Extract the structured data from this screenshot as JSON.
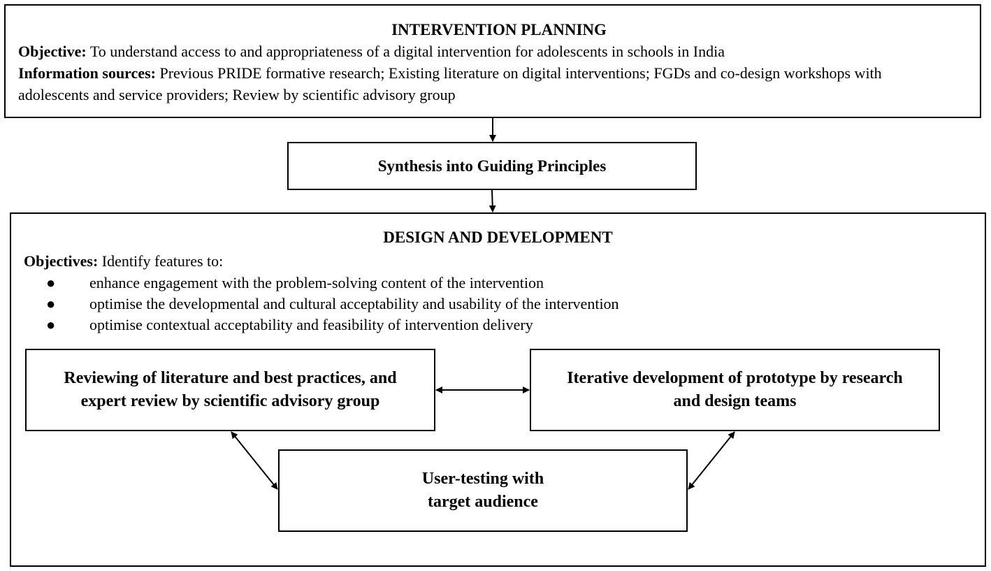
{
  "planning": {
    "title": "INTERVENTION PLANNING",
    "objective_label": "Objective:",
    "objective_text": "To understand access to and appropriateness of a digital intervention for adolescents in schools in India",
    "sources_label": "Information sources:",
    "sources_text": "Previous PRIDE formative research; Existing literature on digital interventions; FGDs and co-design workshops with adolescents and service providers; Review by scientific advisory group"
  },
  "synthesis": {
    "label": "Synthesis into Guiding Principles"
  },
  "design": {
    "title": "DESIGN AND DEVELOPMENT",
    "objectives_label": "Objectives:",
    "objectives_intro": "Identify features to:",
    "bullet_symbol": "●",
    "bullets": [
      "enhance engagement with the problem-solving content of the intervention",
      "optimise the developmental and cultural acceptability and usability of the intervention",
      "optimise contextual acceptability and feasibility of intervention delivery"
    ]
  },
  "cycle": {
    "review": {
      "line1": "Reviewing of literature and best practices, and",
      "line2": "expert review by scientific advisory group"
    },
    "iterative": {
      "line1": "Iterative development of prototype by research",
      "line2": "and design teams"
    },
    "usertest": {
      "line1": "User-testing with",
      "line2": "target audience"
    }
  }
}
